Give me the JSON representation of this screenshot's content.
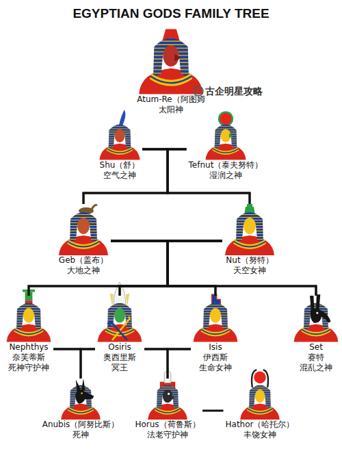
{
  "diagram": {
    "title": "EGYPTIAN GODS FAMILY TREE",
    "nodes": [
      {
        "text": [
          "Atum-Re（阿图姆",
          "太阳神"
        ]
      },
      {
        "text": [
          "Shu（舒）",
          "空气之神"
        ]
      },
      {
        "text": [
          "Tefnut（泰夫努特）",
          "湿润之神"
        ]
      },
      {
        "text": [
          "Geb（盖布）",
          "大地之神"
        ]
      },
      {
        "text": [
          "Nut（努特）",
          "天空女神"
        ]
      },
      {
        "text": [
          "Nephthys",
          "奈芙蒂斯",
          "死神守护神"
        ]
      },
      {
        "text": [
          "Osiris",
          "奥西里斯",
          "冥王"
        ]
      },
      {
        "text": [
          "Isis",
          "伊西斯",
          "生命女神"
        ]
      },
      {
        "text": [
          "Set",
          "赛特",
          "混乱之神"
        ]
      },
      {
        "text": [
          "Anubis（阿努比斯）",
          "死神"
        ]
      },
      {
        "text": [
          "Horus（荷鲁斯）",
          "法老守护神"
        ]
      },
      {
        "text": [
          "Hathor（哈托尔）",
          "丰饶女神"
        ]
      }
    ],
    "edges": [
      {
        "from": 1,
        "to": 2,
        "arrow": "none"
      },
      {
        "from": 1,
        "to": 3,
        "arrow": "none"
      },
      {
        "from": 1,
        "to": 4,
        "arrow": "none"
      },
      {
        "from": 2,
        "to": 3,
        "arrow": "none"
      },
      {
        "from": 2,
        "to": 4,
        "arrow": "none"
      },
      {
        "from": 3,
        "to": 4,
        "arrow": "none"
      },
      {
        "from": 3,
        "to": 5,
        "arrow": "none"
      },
      {
        "from": 3,
        "to": 6,
        "arrow": "none"
      },
      {
        "from": 3,
        "to": 7,
        "arrow": "none"
      },
      {
        "from": 3,
        "to": 8,
        "arrow": "none"
      },
      {
        "from": 4,
        "to": 5,
        "arrow": "none"
      },
      {
        "from": 4,
        "to": 6,
        "arrow": "none"
      },
      {
        "from": 4,
        "to": 7,
        "arrow": "none"
      },
      {
        "from": 4,
        "to": 8,
        "arrow": "none"
      },
      {
        "from": 5,
        "to": 6,
        "arrow": "none"
      },
      {
        "from": 6,
        "to": 7,
        "arrow": "none"
      },
      {
        "from": 5,
        "to": 9,
        "arrow": "none"
      },
      {
        "from": 6,
        "to": 9,
        "arrow": "none"
      },
      {
        "from": 6,
        "to": 10,
        "arrow": "none"
      },
      {
        "from": 7,
        "to": 10,
        "arrow": "none"
      },
      {
        "from": 10,
        "to": 11,
        "arrow": "none"
      }
    ],
    "labels": [
      "古企明星攻略"
    ]
  }
}
